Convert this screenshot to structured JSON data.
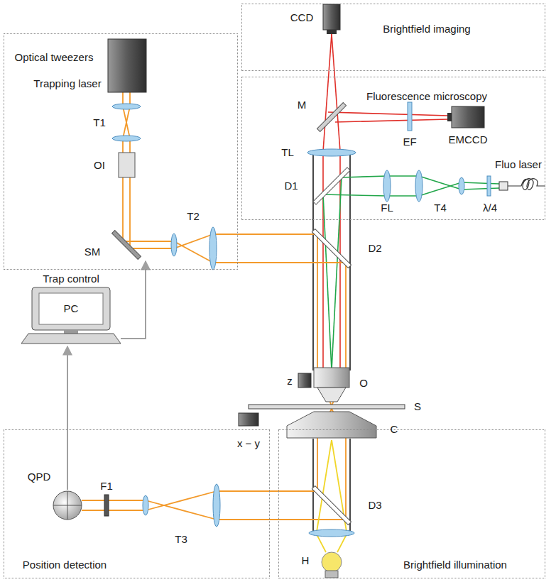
{
  "diagram": {
    "nodes": [
      {
        "text": [
          "Brightfield imaging"
        ]
      },
      {
        "text": [
          "Optical tweezers"
        ]
      },
      {
        "text": [
          "Fluorescence microscopy"
        ]
      },
      {
        "text": [
          "Position detection"
        ]
      },
      {
        "text": [
          "Brightfield illumination"
        ]
      }
    ],
    "labels": [
      "CCD",
      "Trapping laser",
      "T1",
      "M",
      "EF",
      "EMCCD",
      "OI",
      "TL",
      "SM",
      "T2",
      "Fluo laser",
      "Trap control",
      "PC",
      "D1",
      "FL",
      "T4",
      "λ/4",
      "D2",
      "z",
      "O",
      "S",
      "x − y",
      "C",
      "QPD",
      "F1",
      "T3",
      "D3",
      "H"
    ]
  }
}
